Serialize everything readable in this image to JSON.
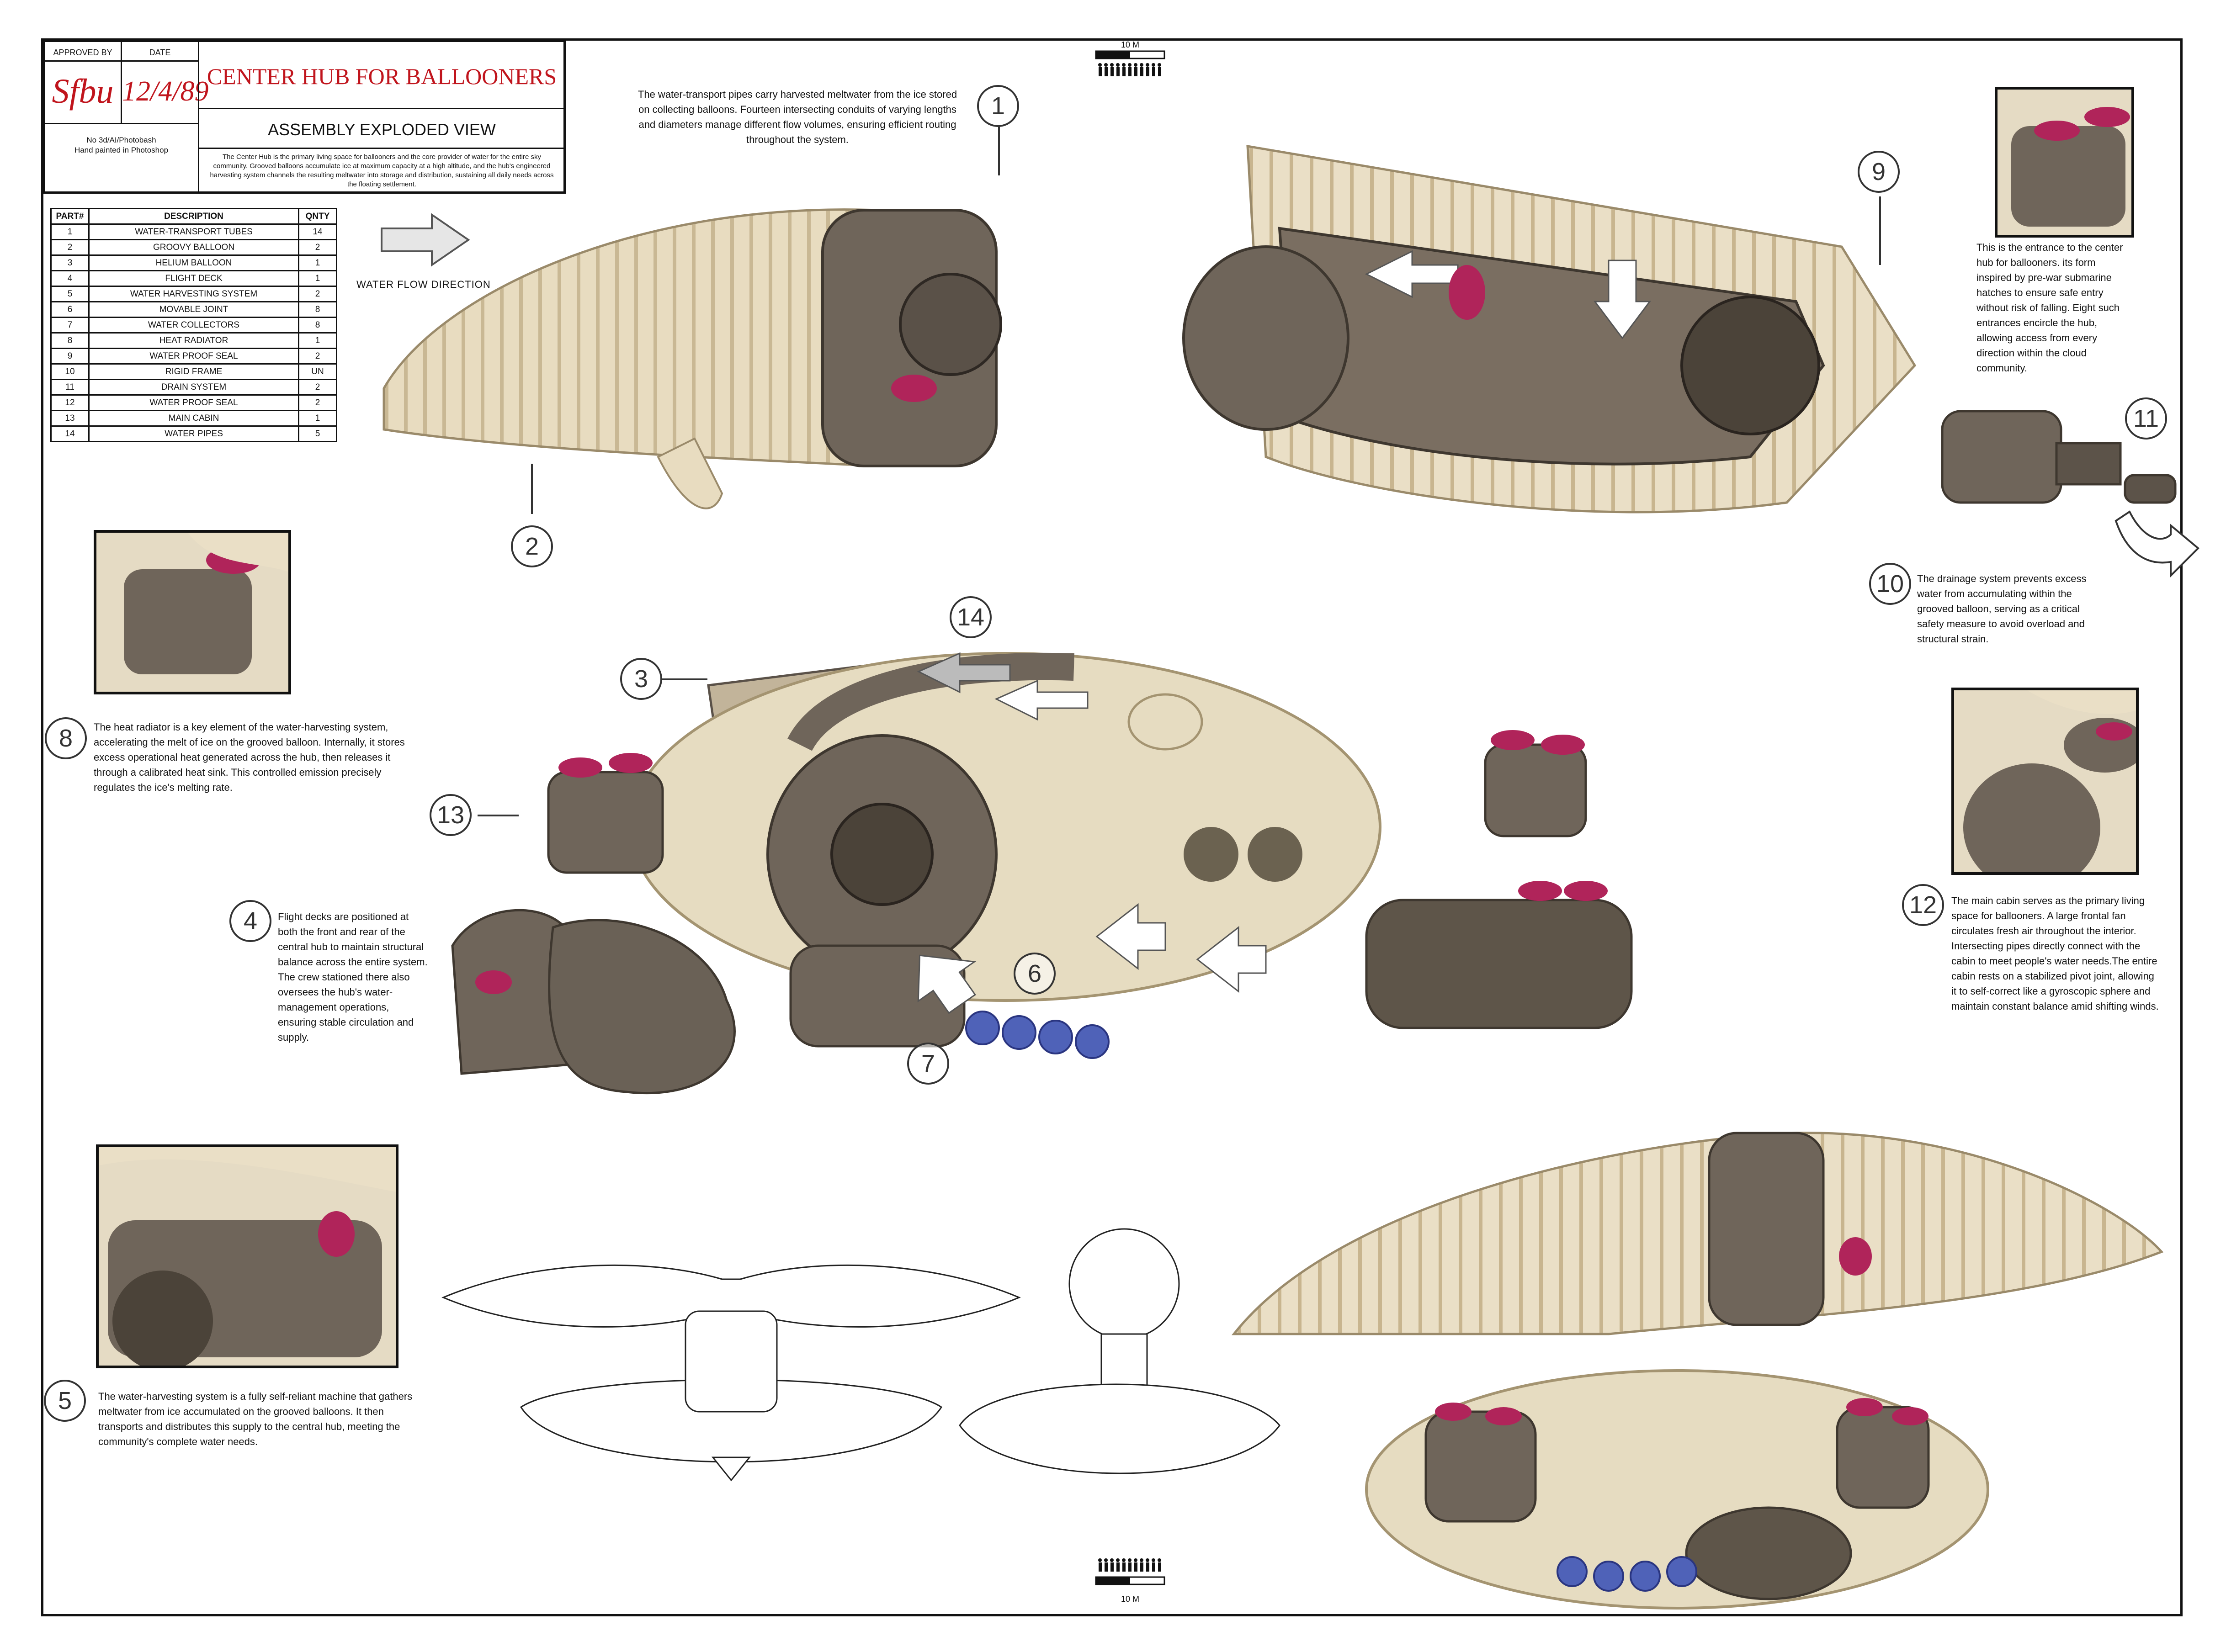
{
  "title_block": {
    "approved_by_label": "APPROVED BY",
    "date_label": "DATE",
    "signature": "Sfbu",
    "date_value": "12/4/89",
    "title": "CENTER HUB FOR BALLOONERS",
    "subtitle": "ASSEMBLY EXPLODED VIEW",
    "notes_line1": "No 3d/AI/Photobash",
    "notes_line2": "Hand painted in Photoshop",
    "summary": "The Center Hub is the primary living space for ballooners and the core provider of water for the entire sky community. Grooved balloons accumulate ice at maximum capacity at a high altitude, and the hub's engineered harvesting system channels the resulting meltwater into storage and distribution, sustaining all daily needs across the floating settlement."
  },
  "parts_table": {
    "headers": [
      "PART#",
      "DESCRIPTION",
      "QNTY"
    ],
    "rows": [
      [
        "1",
        "WATER-TRANSPORT TUBES",
        "14"
      ],
      [
        "2",
        "GROOVY BALLOON",
        "2"
      ],
      [
        "3",
        "HELIUM BALLOON",
        "1"
      ],
      [
        "4",
        "FLIGHT DECK",
        "1"
      ],
      [
        "5",
        "WATER HARVESTING SYSTEM",
        "2"
      ],
      [
        "6",
        "MOVABLE JOINT",
        "8"
      ],
      [
        "7",
        "WATER COLLECTORS",
        "8"
      ],
      [
        "8",
        "HEAT RADIATOR",
        "1"
      ],
      [
        "9",
        "WATER PROOF SEAL",
        "2"
      ],
      [
        "10",
        "RIGID FRAME",
        "UN"
      ],
      [
        "11",
        "DRAIN SYSTEM",
        "2"
      ],
      [
        "12",
        "WATER PROOF SEAL",
        "2"
      ],
      [
        "13",
        "MAIN CABIN",
        "1"
      ],
      [
        "14",
        "WATER PIPES",
        "5"
      ]
    ]
  },
  "flow_label": "WATER FLOW DIRECTION",
  "scale_label_top": "10 M",
  "scale_label_bottom": "10 M",
  "callouts": [
    "1",
    "2",
    "3",
    "4",
    "5",
    "6",
    "7",
    "8",
    "9",
    "10",
    "11",
    "12",
    "13",
    "14"
  ],
  "descriptions": {
    "d1": "The water-transport pipes carry harvested meltwater from the ice stored on collecting balloons. Fourteen intersecting conduits of varying lengths and diameters manage different flow volumes, ensuring efficient routing throughout the system.",
    "d8": "The heat radiator is a key element of the water-harvesting system, accelerating the melt of ice on the grooved balloon. Internally, it stores excess operational heat generated across the hub, then releases it through a calibrated heat sink. This controlled emission precisely regulates the ice's melting rate.",
    "d4": "Flight decks are positioned at both the front and rear of the central hub to maintain structural balance across the entire system. The crew stationed there also oversees the hub's water-management operations, ensuring stable circulation and supply.",
    "d5": "The water-harvesting system is a fully self-reliant machine that gathers meltwater from ice accumulated on the grooved balloons. It then transports and distributes this supply to the central hub, meeting the community's complete water needs.",
    "d_entrance": "This is the entrance to the center hub for ballooners. its form inspired by pre-war submarine hatches to ensure safe entry without risk of falling. Eight such entrances encircle the hub, allowing access from every direction within the cloud community.",
    "d10": "The drainage system prevents excess water from accumulating within the grooved balloon, serving as a critical safety measure to avoid overload and structural strain.",
    "d12": "The main cabin serves as the primary living space for ballooners. A large frontal fan circulates fresh air throughout the interior. Intersecting pipes directly connect with the cabin to meet people's water needs.The entire cabin rests on a stabilized pivot joint, allowing it to self-correct like a gyroscopic sphere and maintain constant balance amid shifting winds."
  },
  "colors": {
    "title_red": "#c0141c",
    "balloon_cream": "#e8dcc0",
    "machine_brown": "#6f655a",
    "accent_magenta": "#b0245a",
    "collector_blue": "#4f62b8"
  }
}
